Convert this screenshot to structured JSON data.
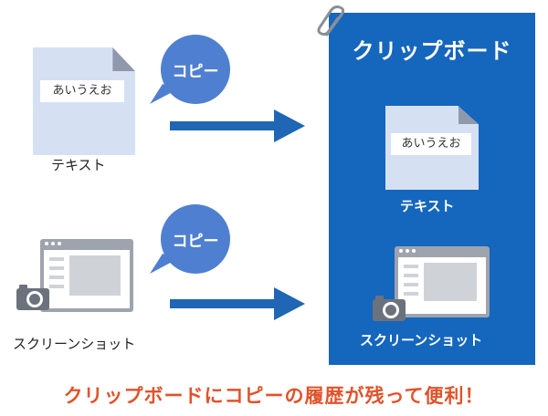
{
  "left": {
    "text_item": {
      "doc_text": "あいうえお",
      "label": "テキスト"
    },
    "screenshot_item": {
      "label": "スクリーンショット"
    },
    "copy_bubbles": [
      "コピー",
      "コピー"
    ]
  },
  "clipboard": {
    "title": "クリップボード",
    "text_item": {
      "doc_text": "あいうえお",
      "label": "テキスト"
    },
    "screenshot_item": {
      "label": "スクリーンショット"
    }
  },
  "footer": "クリップボードにコピーの履歴が残って便利！",
  "colors": {
    "panel": "#1566bd",
    "arrow": "#1f66b5",
    "bubble": "#4f7fd0",
    "footer_text": "#e0532a",
    "doc": "#d5e1f3"
  },
  "icons": [
    "document-icon",
    "browser-window-icon",
    "camera-icon",
    "paperclip-icon",
    "arrow-icon"
  ]
}
